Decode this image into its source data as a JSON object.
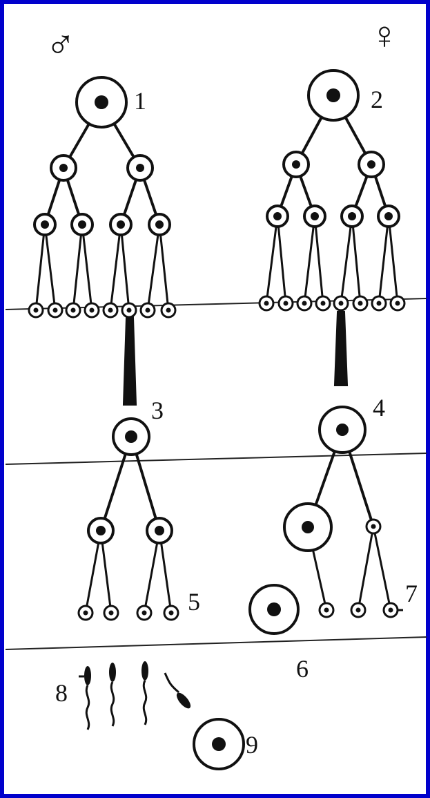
{
  "symbols": {
    "male": "♂",
    "female": "♀"
  },
  "labels": {
    "n1": "1",
    "n2": "2",
    "n3": "3",
    "n4": "4",
    "n5": "5",
    "n6": "6",
    "n7": "7",
    "n8": "8",
    "n9": "9"
  }
}
